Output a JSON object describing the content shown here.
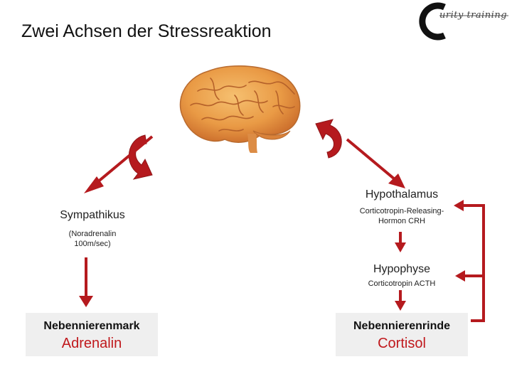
{
  "title": "Zwei Achsen der Stressreaktion",
  "logo": {
    "letter": "C",
    "text": "urity training"
  },
  "colors": {
    "arrow": "#b51a1e",
    "hormone": "#c0181c",
    "box": "#efefef"
  },
  "left_axis": {
    "node": "Sympathikus",
    "note_line1": "(Noradrenalin",
    "note_line2": "100m/sec)",
    "organ": "Nebennierenmark",
    "hormone": "Adrenalin"
  },
  "right_axis": {
    "node1": "Hypothalamus",
    "node1_sub_line1": "Corticotropin-Releasing-",
    "node1_sub_line2": "Hormon CRH",
    "node2": "Hypophyse",
    "node2_sub": "Corticotropin ACTH",
    "organ": "Nebennierenrinde",
    "hormone": "Cortisol"
  }
}
